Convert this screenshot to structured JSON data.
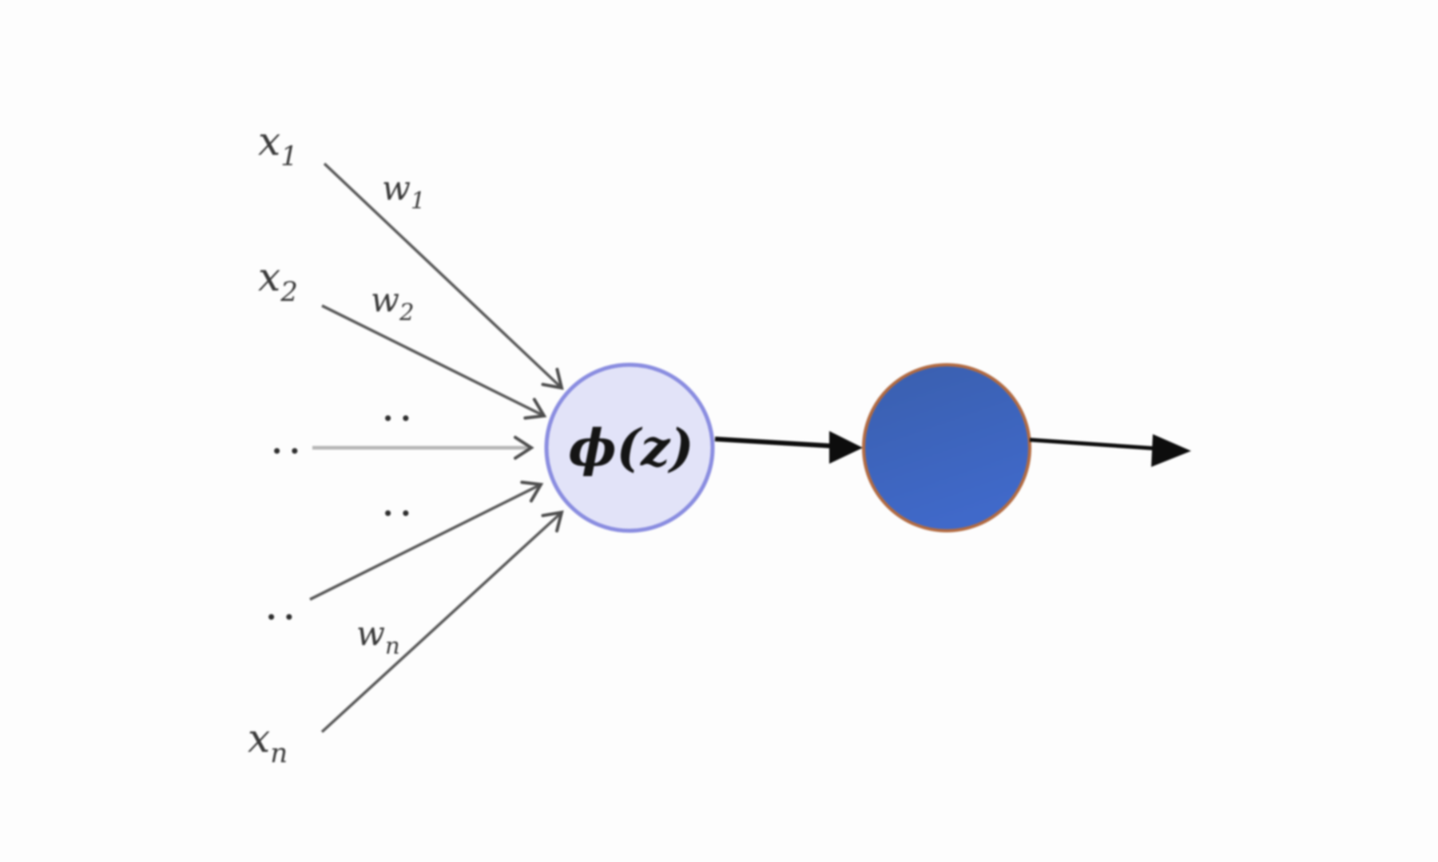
{
  "diagram": {
    "type": "neural-network-neuron",
    "labels": {
      "x1": {
        "base": "x",
        "sub": "1"
      },
      "x2": {
        "base": "x",
        "sub": "2"
      },
      "xn": {
        "base": "x",
        "sub": "n"
      },
      "w1": {
        "base": "w",
        "sub": "1"
      },
      "w2": {
        "base": "w",
        "sub": "2"
      },
      "wn": {
        "base": "w",
        "sub": "n"
      },
      "dots_between_upper": "..",
      "dots_input_mid": "..",
      "dots_between_lower": "..",
      "dots_input_lower": "..",
      "phi": "ϕ(z)"
    },
    "colors": {
      "background": "#fdfdfd",
      "edge": "#585858",
      "edge_light": "#b5b5b5",
      "chevron": "#4d4d4d",
      "label": "#3b3b3b",
      "dots": "#2f2f2f",
      "phi_text": "#151515",
      "activation_fill": "#e2e3f8",
      "activation_border": "#8a8de0",
      "output_fill_top": "#3a5fae",
      "output_fill_bottom": "#4069c9",
      "output_border": "#b26b42",
      "arrow": "#0d0d0d"
    }
  }
}
